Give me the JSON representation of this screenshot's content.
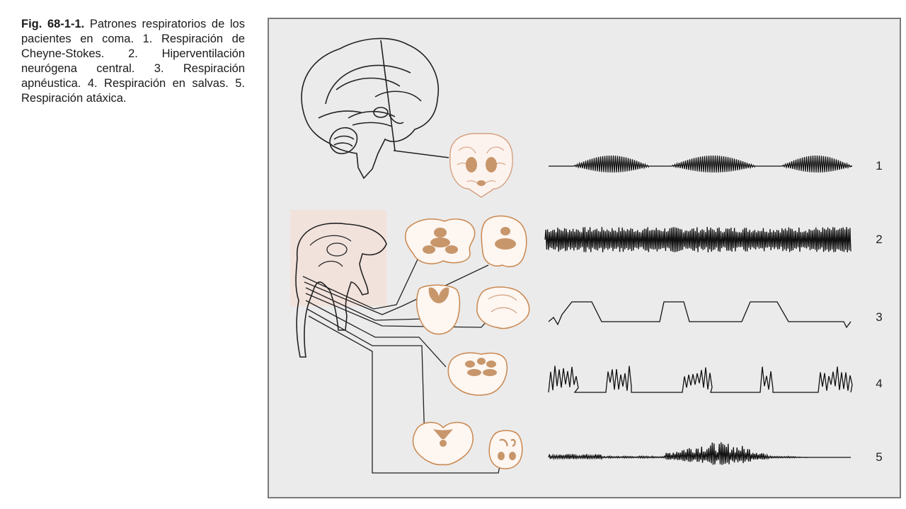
{
  "caption": {
    "label": "Fig. 68-1-1.",
    "text": "Patrones respiratorios de los pacientes en coma. 1. Respiración de Cheyne-Stokes. 2. Hiperventilación neurógena central. 3. Respiración apnéustica. 4. Respiración en salvas. 5. Respiración atáxica."
  },
  "patterns": [
    {
      "number": "1",
      "pattern": "Respiración de Cheyne-Stokes"
    },
    {
      "number": "2",
      "pattern": "Hiperventilación neurógena central"
    },
    {
      "number": "3",
      "pattern": "Respiración apnéustica"
    },
    {
      "number": "4",
      "pattern": "Respiración en salvas"
    },
    {
      "number": "5",
      "pattern": "Respiración atáxica"
    }
  ],
  "colors": {
    "panel_background": "#ebebeb",
    "panel_border": "#7a7a7a",
    "brain_outline": "#222222",
    "section_outline": "#c9874f",
    "section_nuclei": "#c8966b",
    "brainstem_highlight": "#f6dcd2",
    "trace": "#111111"
  }
}
